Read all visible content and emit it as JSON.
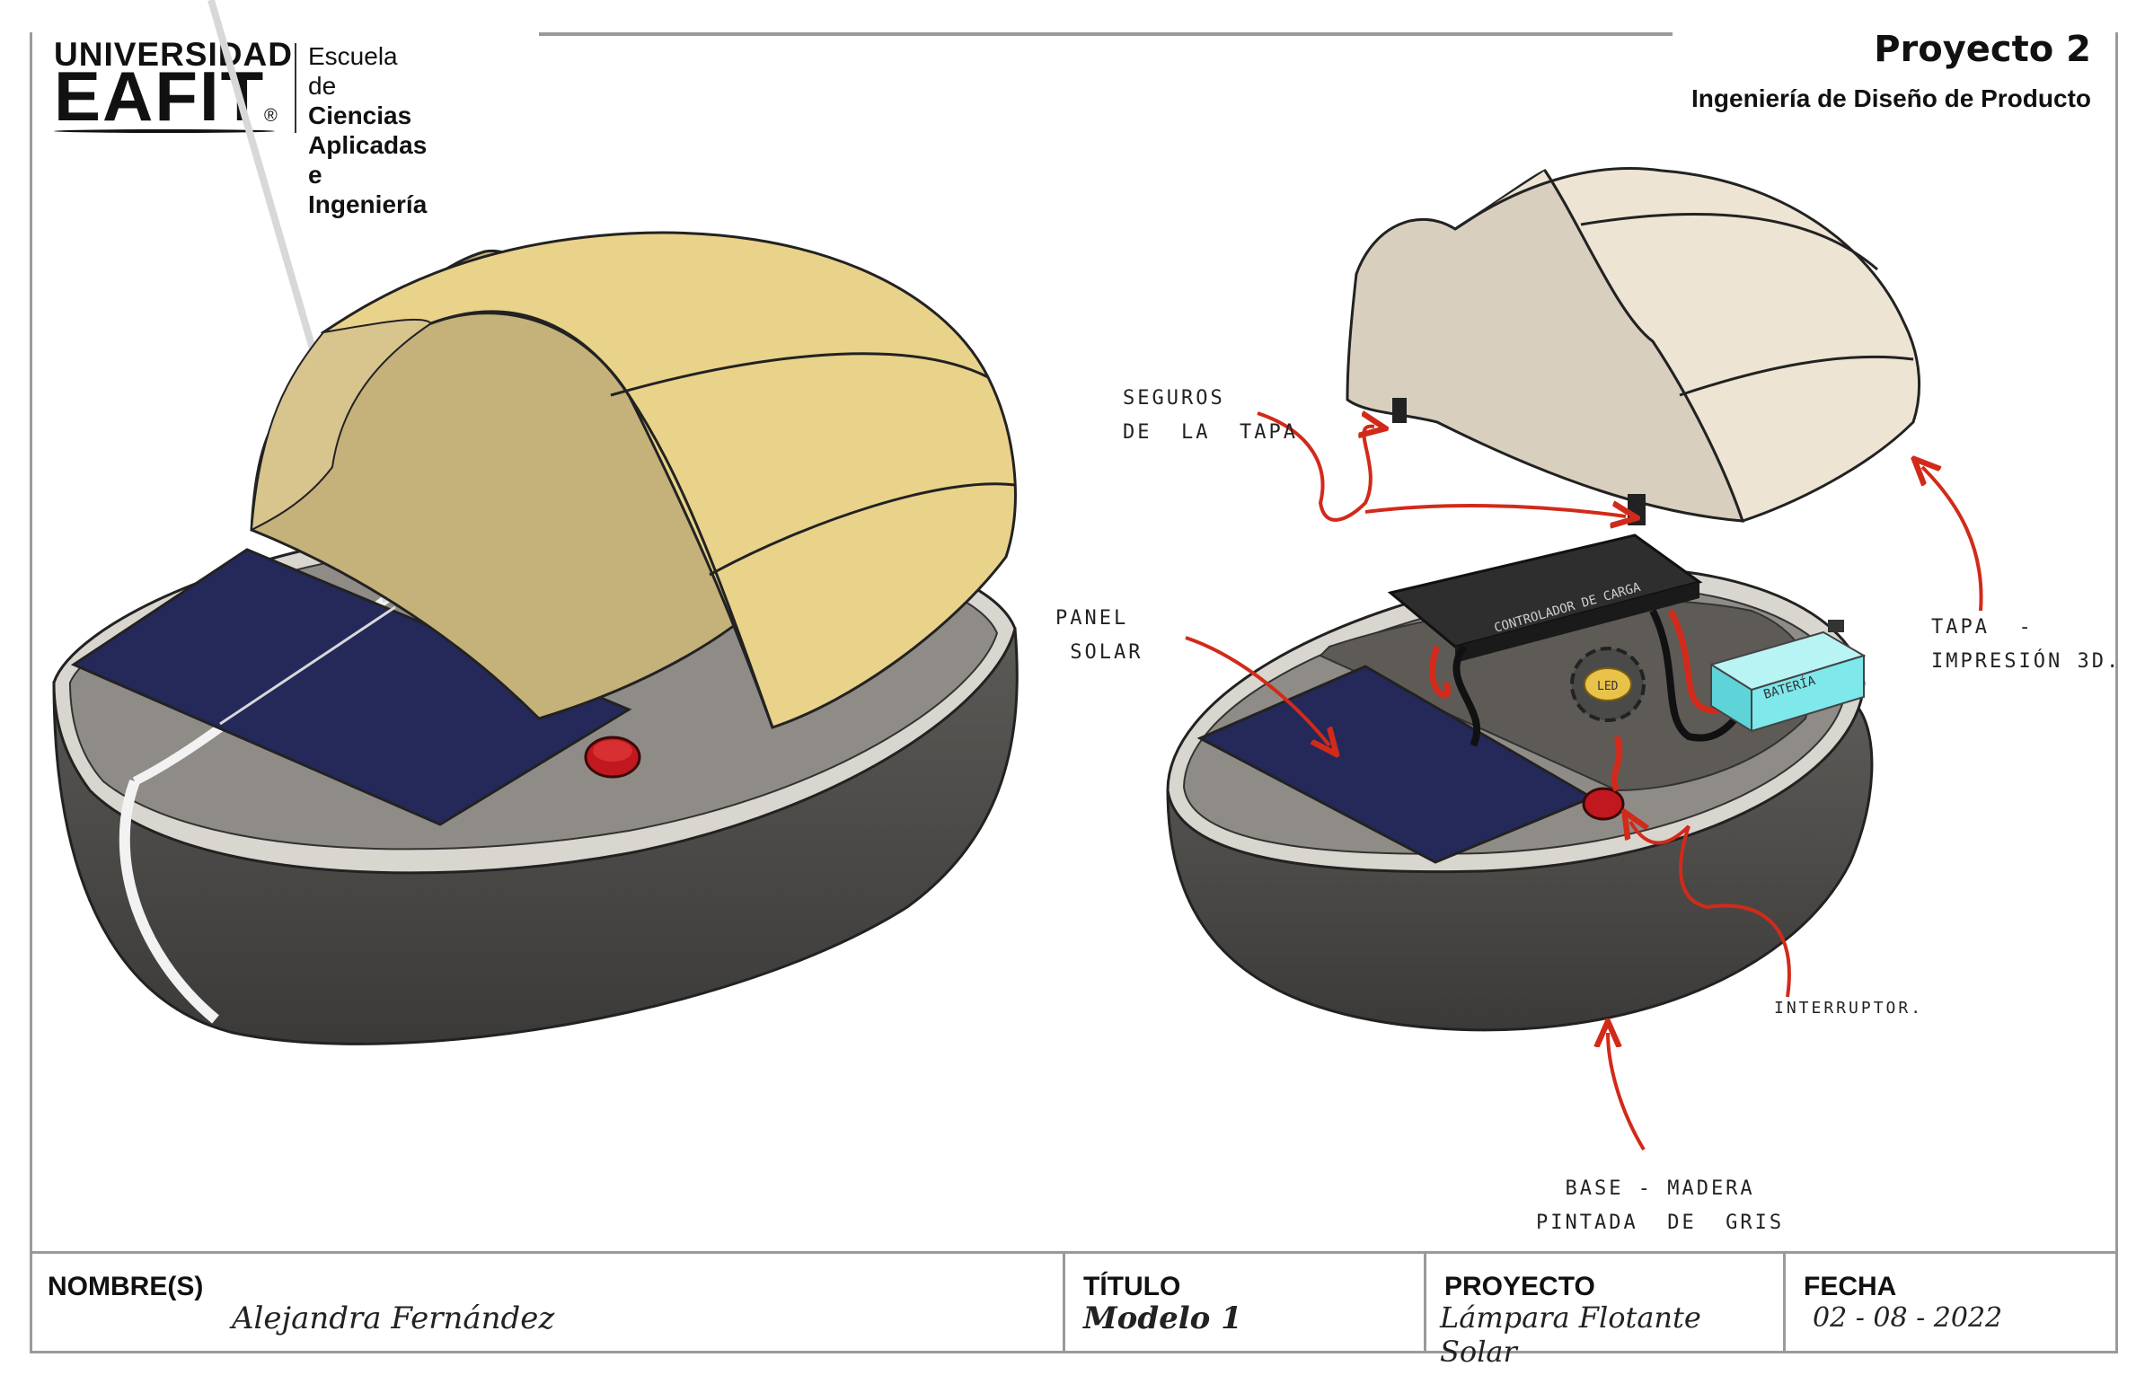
{
  "header": {
    "university_line1": "UNIVERSIDAD",
    "university_line2": "EAFIT",
    "registered": "®",
    "school_line1": "Escuela de",
    "school_line2": "Ciencias Aplicadas",
    "school_line3": "e Ingeniería",
    "project_title": "Proyecto 2",
    "project_subtitle": "Ingeniería de Diseño de Producto"
  },
  "annotations": {
    "seguros": "SEGUROS\nDE  LA  TAPA",
    "panel": "PANEL\n SOLAR",
    "tapa": "TAPA  -\nIMPRESIÓN 3D.",
    "interruptor": "INTERRUPTOR.",
    "base": "  BASE - MADERA\nPINTADA  DE  GRIS",
    "controlador": "CONTROLADOR DE CARGA",
    "led": "LED",
    "bateria": "BATERÍA"
  },
  "title_block": {
    "nombre_label": "NOMBRE(S)",
    "nombre_value": "Alejandra Fernández",
    "titulo_label": "TÍTULO",
    "titulo_value": "Modelo 1",
    "proyecto_label": "PROYECTO",
    "proyecto_value": "Lámpara Flotante Solar",
    "fecha_label": "FECHA",
    "fecha_value": "02 - 08 - 2022"
  },
  "colors": {
    "lid_main": "#e9d28a",
    "lid_shadow": "#c5b17a",
    "lid_left": "#e3d8c6",
    "base_dark": "#4a4a48",
    "base_top": "#8f8c87",
    "panel": "#24295a",
    "button": "#c0181e",
    "arrow": "#d22a1a",
    "battery": "#7ee8ea"
  }
}
